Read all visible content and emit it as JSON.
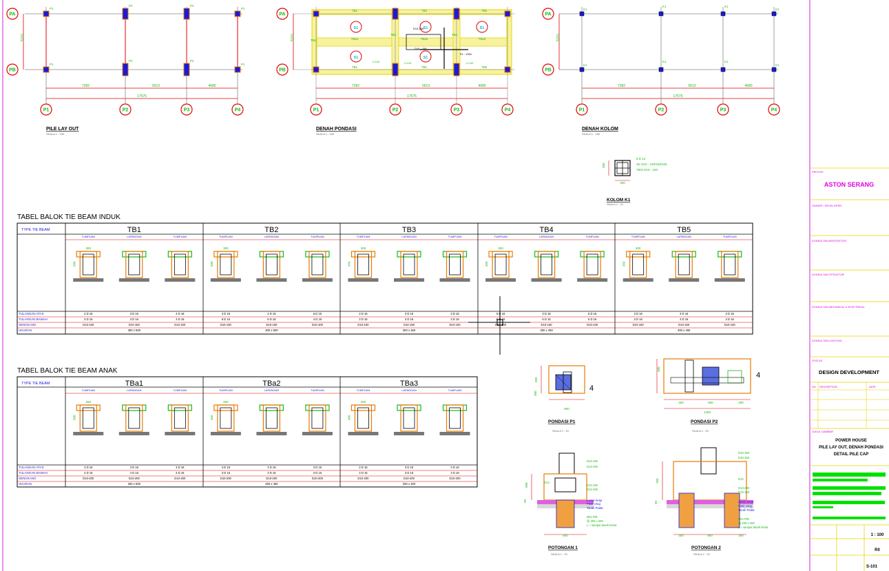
{
  "plans": [
    {
      "title": "PILE LAY OUT",
      "scale": "SKALA    1 : 150"
    },
    {
      "title": "DENAH PONDASI",
      "scale": "SKALA    1 : 150"
    },
    {
      "title": "DENAH KOLOM",
      "scale": "SKALA    1 : 150"
    }
  ],
  "grid": {
    "rows": [
      "PA",
      "PB"
    ],
    "cols": [
      "P1",
      "P2",
      "P3",
      "P4"
    ],
    "row_dim": "5110",
    "col_dims": [
      "7282",
      "5613",
      "4680"
    ],
    "total_dim": "17575"
  },
  "plan_labels": {
    "pile": [
      "P1",
      "P2",
      "P2",
      "P1",
      "P1",
      "P2",
      "P2",
      "P1"
    ],
    "kolom": [
      "K1",
      "K1",
      "K1",
      "K1",
      "K1",
      "K1",
      "K1",
      "K1"
    ],
    "pondasi_beams": [
      "TB1",
      "TB3",
      "TB5",
      "TB1",
      "TB1",
      "TB5",
      "TBa1",
      "TBa2",
      "TBa3",
      "TB2",
      "TB2",
      "TB4"
    ],
    "pondasi_s": [
      "S1",
      "S1",
      "S1",
      "S1",
      "S1"
    ],
    "pondasi_notes": [
      "D10 - 150",
      "P1 : 1931",
      "-0.100",
      "-0.100",
      "-0.100",
      "D13-150"
    ]
  },
  "kolom": {
    "title": "KOLOM  K1",
    "scale": "SKALA    1 : 20",
    "notes": [
      "8 D 14",
      "SK  D10 - 100/150/100",
      "TIES  D10 - 150"
    ],
    "dims": [
      "300",
      "300"
    ]
  },
  "table_induk": {
    "title": "TABEL  BALOK  TIE BEAM INDUK",
    "type_label": "TYPE  TIE  BEAM",
    "beams": [
      "TB1",
      "TB2",
      "TB3",
      "TB4",
      "TB5"
    ],
    "subcols": [
      "TUMPUAN",
      "LAPANGAN",
      "TUMPUAN"
    ],
    "dim_top": [
      "300",
      "300",
      "300",
      "300",
      "300"
    ],
    "dim_side": [
      "500",
      "500",
      "450",
      "450",
      "450"
    ],
    "row_labels": [
      "TULANGAN  ATAS",
      "TULANGAN  BAWAH",
      "SENGKANG",
      "UKURAN"
    ],
    "atas": [
      "4 D 16",
      "3 D 16",
      "4 D 16",
      "4 D 16",
      "4 D 16",
      "6 D 16",
      "3 D 16",
      "3 D 16",
      "3 D 16",
      "5 D 16",
      "3 D 16",
      "5 D 16",
      "3 D 16",
      "3 D 16",
      "3 D 16"
    ],
    "bawah": [
      "3 D 16",
      "3 D 16",
      "3 D 16",
      "6 D 16",
      "6 D 16",
      "4 D 16",
      "3 D 16",
      "3 D 16",
      "3 D 16",
      "5 D 16",
      "6 D 16",
      "5 D 16",
      "3 D 16",
      "3 D 16",
      "3 D 16"
    ],
    "sengkang": [
      "D10-100",
      "D10-150",
      "D10-100",
      "D10-150",
      "D10-150",
      "D10-100",
      "D10-100",
      "D10-150",
      "D10-100",
      "D10-100",
      "D10-150",
      "D10-100",
      "D10-100",
      "D10-150",
      "D10-100"
    ],
    "ukuran": [
      "300 x 500",
      "300 x 500",
      "300 x 450",
      "300 x 450",
      "300 x 450"
    ]
  },
  "table_anak": {
    "title": "TABEL  BALOK  TIE BEAM ANAK",
    "type_label": "TYPE  TIE  BEAM",
    "beams": [
      "TBa1",
      "TBa2",
      "TBa3"
    ],
    "subcols": [
      "TUMPUAN",
      "LAPANGAN",
      "TUMPUAN"
    ],
    "dim_top": [
      "250",
      "250",
      "250"
    ],
    "dim_side": [
      "500",
      "450",
      "400"
    ],
    "row_labels": [
      "TULANGAN  ATAS",
      "TULANGAN  BAWAH",
      "SENGKANG",
      "UKURAN"
    ],
    "atas": [
      "3 D 16",
      "3 D 16",
      "3 D 16",
      "4 D 16",
      "3 D 16",
      "3 D 16",
      "3 D 16",
      "3 D 16",
      "3 D 16"
    ],
    "bawah": [
      "4 D 16",
      "4 D 16",
      "3 D 16",
      "3 D 16",
      "3 D 16",
      "3 D 16",
      "3 D 16",
      "3 D 16",
      "3 D 16"
    ],
    "sengkang": [
      "D10-200",
      "D10-200",
      "D10-200",
      "D10-200",
      "D10-200",
      "D10-200",
      "D10-200",
      "D10-200",
      "D10-200"
    ],
    "ukuran": [
      "250 x 500",
      "250 x 450",
      "250 x 400"
    ]
  },
  "pondasi_details": [
    {
      "title": "PONDASI  P1",
      "scale": "SKALA    1 : 20",
      "dims": [
        "800",
        "300",
        "300"
      ],
      "marker": "4"
    },
    {
      "title": "PONDASI  P2",
      "scale": "SKALA    1 : 20",
      "dims": [
        "1400",
        "300",
        "800",
        "300",
        "300"
      ],
      "marker": "4"
    }
  ],
  "potongan": [
    {
      "title": "POTONGAN 1",
      "scale": "SKALA    1 : 20",
      "dims": [
        "800",
        "500",
        "50"
      ],
      "notes": [
        "D13-150",
        "D13-150",
        "D13-150",
        "D13-150",
        "D13",
        "Lantai Kerja",
        "Pasir Urug",
        "Tanah Padat",
        "Mini Pile",
        "@ 200 x 200",
        "L = sampai tanah keras"
      ]
    },
    {
      "title": "POTONGAN 2",
      "scale": "SKALA    1 : 20",
      "dims": [
        "300",
        "800",
        "300",
        "700",
        "50"
      ],
      "notes": [
        "D10-150",
        "D10-150",
        "D13",
        "D13-200",
        "D13-150",
        "Lantai Kerja",
        "Pasir Urug",
        "Tanah Padat",
        "Mini Pile",
        "@ 200 x 200",
        "L = sampai tanah keras"
      ]
    }
  ],
  "title_block": {
    "proyek_label": "PROYEK",
    "proyek": "ASTON SERANG",
    "owner_label": "OWNER  /  DEVELOPER :",
    "konsultan_arsitektur": "KONSULTAN  ARSITEKTUR",
    "konsultan_struktur": "KONSULTAN  STRUKTUR",
    "konsultan_me": "KONSULTAN  MEKANIKAL  &  ELEKTRIKAL",
    "konsultan_lighting": "KONSULTAN  LIGHTING",
    "status_label": "STATUS",
    "status": "DESIGN DEVELOPMENT",
    "rev_headers": [
      "NO",
      "DESCRIPTION",
      "DATE"
    ],
    "judul_label": "JUDUL  GAMBAR",
    "judul": [
      "POWER HOUSE",
      "PILE LAY OUT, DENAH PONDASI",
      "DETAIL PILE CAP"
    ],
    "skala": "1 : 100",
    "rev": "R0",
    "sheet": "S-101"
  },
  "colors": {
    "yellow": "#e8d400",
    "red": "#e00000",
    "blue": "#1a1ad8",
    "green": "#16b816",
    "magenta": "#e000e0",
    "cyan": "#00b8d8",
    "orange": "#e87a00",
    "frame": "#d020d0",
    "bright_green": "#00e000"
  }
}
